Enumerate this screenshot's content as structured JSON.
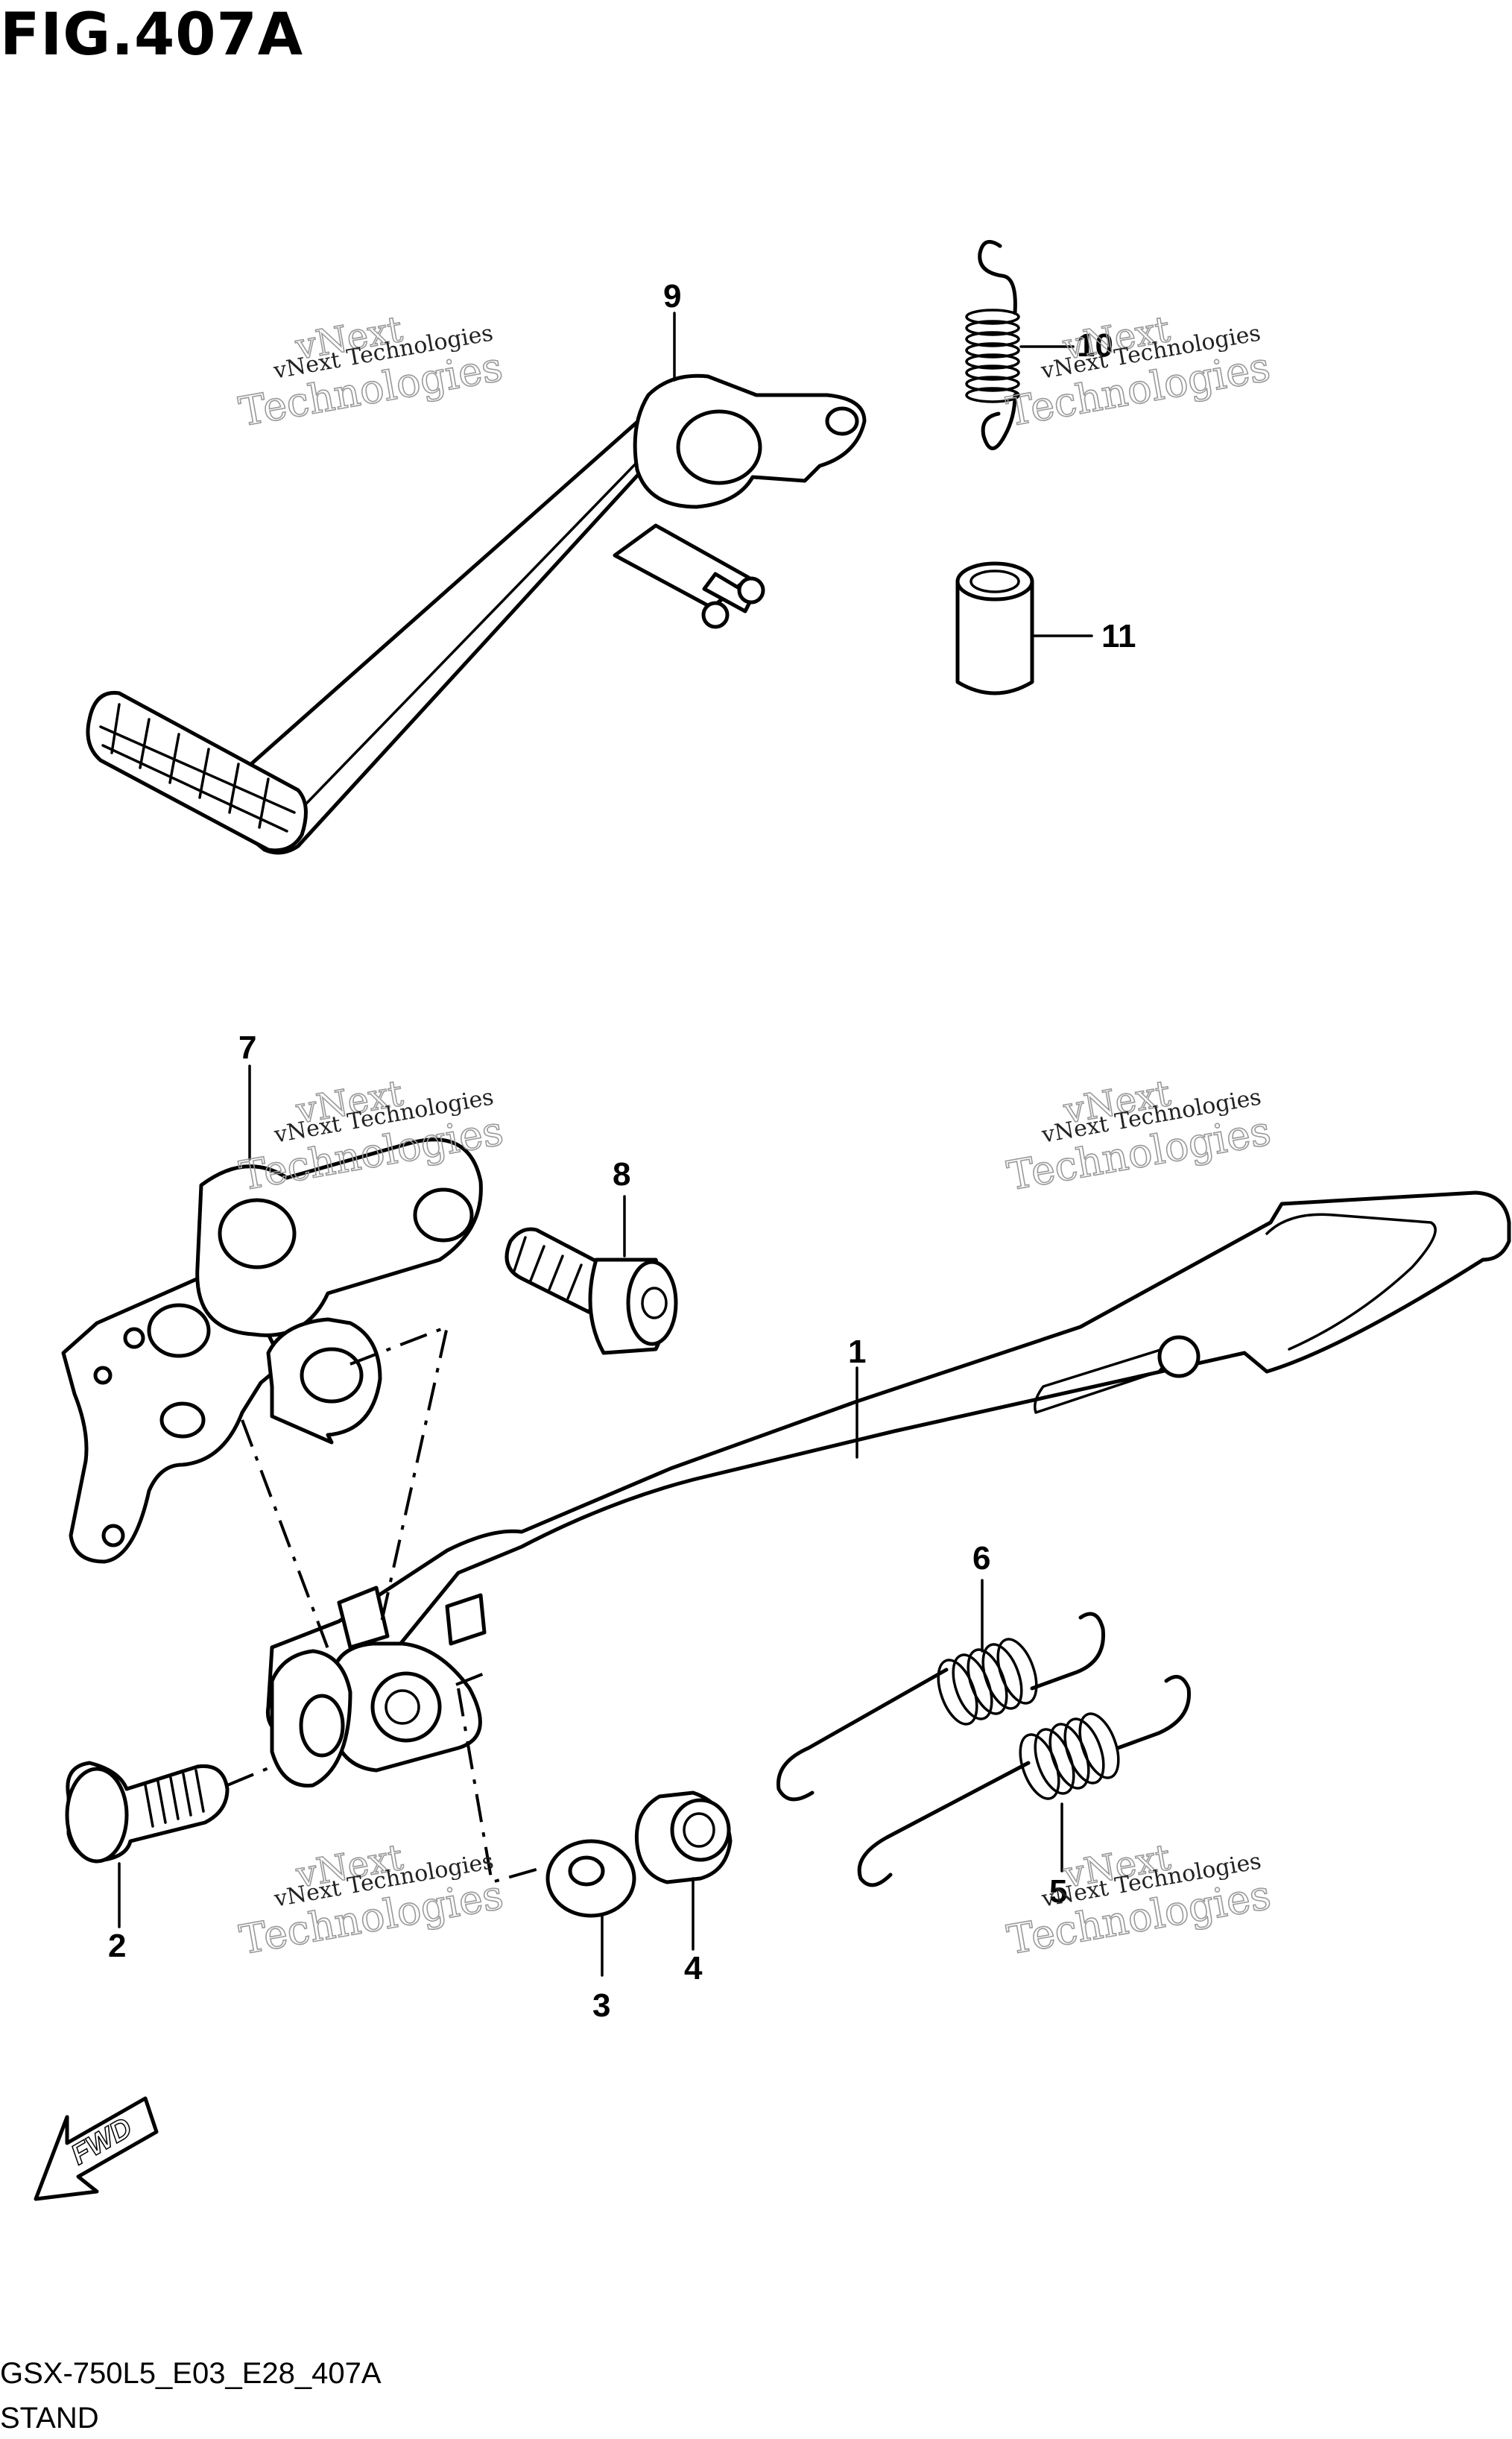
{
  "figure": {
    "title": "FIG.407A",
    "code": "GSX-750L5_E03_E28_407A",
    "name": "STAND"
  },
  "watermark": {
    "line1": "vNext Technologies",
    "line2": "vNext",
    "line3": "Technologies"
  },
  "direction_arrow": {
    "label": "FWD",
    "icon": "forward-arrow-icon"
  },
  "callouts": [
    {
      "id": "1",
      "label": "1"
    },
    {
      "id": "2",
      "label": "2"
    },
    {
      "id": "3",
      "label": "3"
    },
    {
      "id": "4",
      "label": "4"
    },
    {
      "id": "5",
      "label": "5"
    },
    {
      "id": "6",
      "label": "6"
    },
    {
      "id": "7",
      "label": "7"
    },
    {
      "id": "8",
      "label": "8"
    },
    {
      "id": "9",
      "label": "9"
    },
    {
      "id": "10",
      "label": "10"
    },
    {
      "id": "11",
      "label": "11"
    }
  ],
  "colors": {
    "line": "#000000",
    "background": "#ffffff",
    "watermark": "#9a9a9a"
  }
}
